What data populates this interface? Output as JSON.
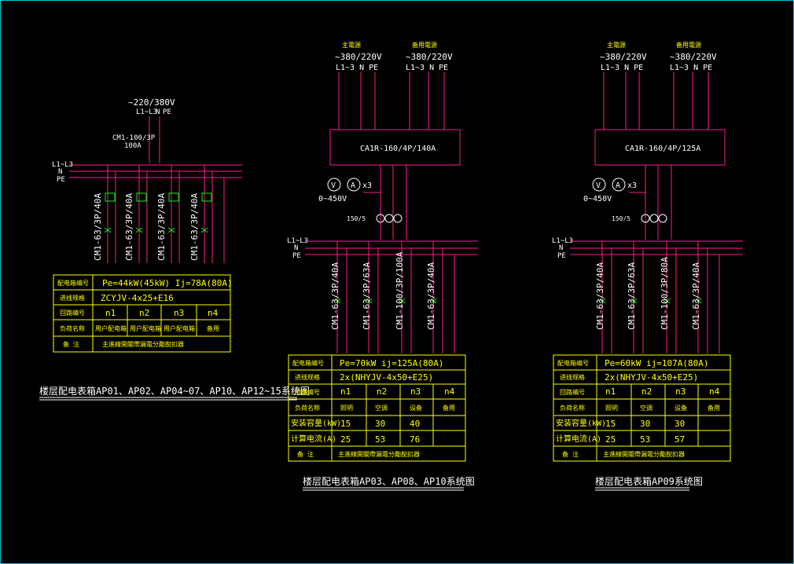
{
  "panel1": {
    "supply": "~220/380V",
    "phases": "L1~L3",
    "n": "N",
    "pe": "PE",
    "main_breaker": "CM1-100/3P",
    "main_rating": "100A",
    "bus_l": "L1~L3",
    "bus_n": "N",
    "bus_pe": "PE",
    "breakers": [
      "CM1-63/3P/40A",
      "CM1-63/3P/40A",
      "CM1-63/3P/40A",
      "CM1-63/3P/40A"
    ],
    "table": {
      "r1_label": "配电箱编号",
      "r1_value": "Pe=44kW(45kW) Ij=78A(80A)",
      "r2_label": "进线规格",
      "r2_value": "ZCYJV-4x25+E16",
      "r3_label": "回路编号",
      "circuits": [
        "n1",
        "n2",
        "n3",
        "n4"
      ],
      "r4_label": "负荷名称",
      "loads": [
        "用户配电箱",
        "用户配电箱",
        "用户配电箱",
        "备用"
      ],
      "r5_label": "备 注",
      "r5_value": "主進線開關帶漏電分勵脫扣器"
    },
    "caption": "楼层配电表箱AP01、AP02、AP04~07、AP10、AP12~15系统图"
  },
  "panel2": {
    "main_supply": "主電源",
    "main_voltage": "~380/220V",
    "main_phases": "L1~3  N  PE",
    "backup_supply": "备用電源",
    "backup_voltage": "~380/220V",
    "backup_phases": "L1~3  N  PE",
    "ats": "CA1R-160/4P/140A",
    "meter_v": "V",
    "meter_a": "A",
    "meter_x": "x3",
    "meter_range": "0~450V",
    "ct": "150/5",
    "bus_l": "L1~L3",
    "bus_n": "N",
    "bus_pe": "PE",
    "breakers": [
      "CM1-63/3P/40A",
      "CM1-63/3P/63A",
      "CM1-100/3P/100A",
      "CM1-63/3P/40A"
    ],
    "table": {
      "r1_label": "配电箱编号",
      "r1_value": "Pe=70kW    ij=125A(80A)",
      "r2_label": "进线规格",
      "r2_value": "2x(NHYJV-4x50+E25)",
      "r3_label": "回路编号",
      "circuits": [
        "n1",
        "n2",
        "n3",
        "n4"
      ],
      "r4_label": "负荷名称",
      "loads": [
        "照明",
        "空调",
        "设备",
        "备用"
      ],
      "r5_label": "安装容量(kW)",
      "power": [
        "15",
        "30",
        "40",
        ""
      ],
      "r6_label": "计算电流(A)",
      "current": [
        "25",
        "53",
        "76",
        ""
      ],
      "r7_label": "备 注",
      "r7_value": "主進線開關帶漏電分勵脫扣器"
    },
    "caption": "楼层配电表箱AP03、AP08、AP10系统图"
  },
  "panel3": {
    "main_supply": "主電源",
    "main_voltage": "~380/220V",
    "main_phases": "L1~3  N  PE",
    "backup_supply": "备用電源",
    "backup_voltage": "~380/220V",
    "backup_phases": "L1~3  N  PE",
    "ats": "CA1R-160/4P/125A",
    "meter_v": "V",
    "meter_a": "A",
    "meter_x": "x3",
    "meter_range": "0~450V",
    "ct": "150/5",
    "bus_l": "L1~L3",
    "bus_n": "N",
    "bus_pe": "PE",
    "breakers": [
      "CM1-63/3P/40A",
      "CM1-63/3P/63A",
      "CM1-100/3P/80A",
      "CM1-63/3P/40A"
    ],
    "table": {
      "r1_label": "配电箱编号",
      "r1_value": "Pe=60kW    ij=107A(80A)",
      "r2_label": "进线规格",
      "r2_value": "2x(NHYJV-4x50+E25)",
      "r3_label": "回路编号",
      "circuits": [
        "n1",
        "n2",
        "n3",
        "n4"
      ],
      "r4_label": "负荷名称",
      "loads": [
        "照明",
        "空调",
        "设备",
        "备用"
      ],
      "r5_label": "安装容量(kW)",
      "power": [
        "15",
        "30",
        "30",
        ""
      ],
      "r6_label": "计算电流(A)",
      "current": [
        "25",
        "53",
        "57",
        ""
      ],
      "r7_label": "备 注",
      "r7_value": "主進線開關帶漏電分勵脫扣器"
    },
    "caption": "楼层配电表箱AP09系统图"
  },
  "colors": {
    "background": "#000000",
    "wire": "#ff1a8c",
    "table": "#ffff00",
    "label": "#ffffff",
    "breaker_mark": "#00ff00",
    "frame": "#00c8d8"
  }
}
